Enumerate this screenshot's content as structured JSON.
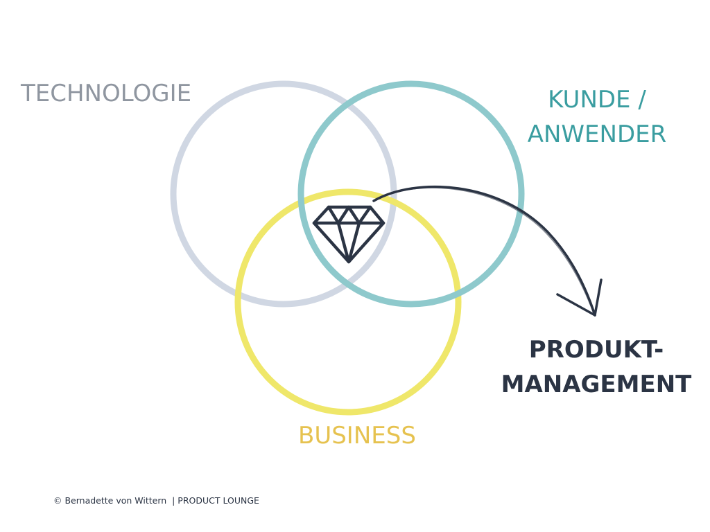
{
  "colors": {
    "technologie": "#d0d7e3",
    "technologie_text": "#8f96a0",
    "kunde": "#8ec9cc",
    "kunde_text": "#3a9da0",
    "business": "#efe76a",
    "business_text": "#e6c24f",
    "dark": "#2b3444"
  },
  "labels": {
    "technologie": "TECHNOLOGIE",
    "kunde_line1": "KUNDE /",
    "kunde_line2": "ANWENDER",
    "business": "BUSINESS",
    "pm_line1": "PRODUKT-",
    "pm_line2": "MANAGEMENT"
  },
  "icons": {
    "center": "diamond-icon",
    "pointer": "curved-arrow-icon"
  },
  "footer": {
    "copyright": "© Bernadette von Wittern",
    "brand": "| PRODUCT LOUNGE"
  }
}
